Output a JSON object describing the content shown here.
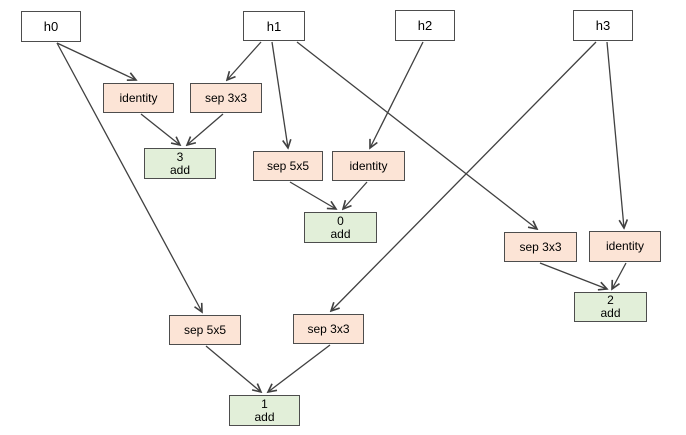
{
  "diagram": {
    "type": "dag-cell-architecture",
    "colors": {
      "background": "#ffffff",
      "input_fill": "#ffffff",
      "op_fill": "#fce4d6",
      "add_fill": "#e2efd9",
      "node_border": "#4d4d4d",
      "arrow": "#404040",
      "text": "#000000"
    },
    "nodes": {
      "h0": {
        "kind": "input",
        "label": "h0"
      },
      "h1": {
        "kind": "input",
        "label": "h1"
      },
      "h2": {
        "kind": "input",
        "label": "h2"
      },
      "h3": {
        "kind": "input",
        "label": "h3"
      },
      "identity_left": {
        "kind": "op",
        "label": "identity"
      },
      "sep3x3_left": {
        "kind": "op",
        "label": "sep 3x3"
      },
      "sep5x5_mid": {
        "kind": "op",
        "label": "sep 5x5"
      },
      "identity_mid": {
        "kind": "op",
        "label": "identity"
      },
      "sep3x3_right": {
        "kind": "op",
        "label": "sep 3x3"
      },
      "identity_right": {
        "kind": "op",
        "label": "identity"
      },
      "sep5x5_bottom": {
        "kind": "op",
        "label": "sep 5x5"
      },
      "sep3x3_bottom": {
        "kind": "op",
        "label": "sep 3x3"
      },
      "add_3": {
        "kind": "add",
        "num": "3",
        "op": "add"
      },
      "add_0": {
        "kind": "add",
        "num": "0",
        "op": "add"
      },
      "add_2": {
        "kind": "add",
        "num": "2",
        "op": "add"
      },
      "add_1": {
        "kind": "add",
        "num": "1",
        "op": "add"
      }
    },
    "edges": [
      {
        "from": "h0",
        "to": "identity_left"
      },
      {
        "from": "h0",
        "to": "sep5x5_bottom"
      },
      {
        "from": "h1",
        "to": "sep3x3_left"
      },
      {
        "from": "h1",
        "to": "sep5x5_mid"
      },
      {
        "from": "h1",
        "to": "sep3x3_right"
      },
      {
        "from": "h2",
        "to": "identity_mid"
      },
      {
        "from": "h3",
        "to": "sep3x3_bottom"
      },
      {
        "from": "h3",
        "to": "identity_right"
      },
      {
        "from": "identity_left",
        "to": "add_3"
      },
      {
        "from": "sep3x3_left",
        "to": "add_3"
      },
      {
        "from": "sep5x5_mid",
        "to": "add_0"
      },
      {
        "from": "identity_mid",
        "to": "add_0"
      },
      {
        "from": "sep3x3_right",
        "to": "add_2"
      },
      {
        "from": "identity_right",
        "to": "add_2"
      },
      {
        "from": "sep5x5_bottom",
        "to": "add_1"
      },
      {
        "from": "sep3x3_bottom",
        "to": "add_1"
      }
    ]
  }
}
